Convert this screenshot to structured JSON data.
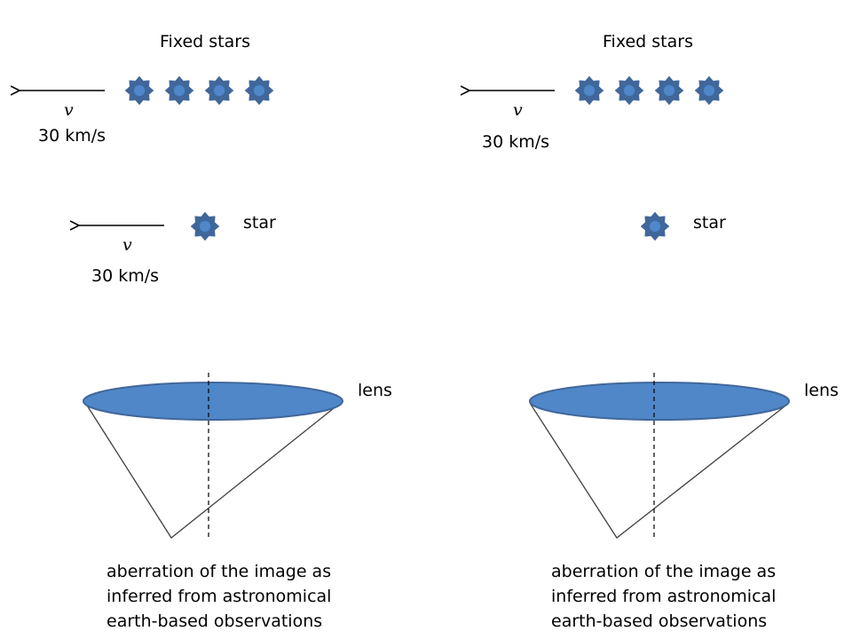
{
  "left_panel": {
    "fixed_stars_label": "Fixed stars",
    "fixed_velocity_symbol": "v",
    "fixed_velocity_value": "30 km/s",
    "star_label": "star",
    "star_velocity_symbol": "v",
    "star_velocity_value": "30 km/s",
    "lens_label": "lens",
    "caption_lines": [
      "aberration of the image as",
      "inferred from astronomical",
      "earth-based observations"
    ]
  },
  "right_panel": {
    "fixed_stars_label": "Fixed stars",
    "fixed_velocity_symbol": "v",
    "fixed_velocity_value": "30 km/s",
    "star_label": "star",
    "lens_label": "lens",
    "caption_lines": [
      "aberration of the image as",
      "inferred from astronomical",
      "earth-based observations"
    ]
  },
  "colors": {
    "star_outer": "#41679a",
    "star_inner": "#4f87c9",
    "lens_fill": "#4f87c9",
    "lens_stroke": "#41679a",
    "line": "#404040",
    "arrow": "#000000"
  },
  "icons": {
    "star": "star-icon",
    "arrow": "arrow-left-icon"
  }
}
